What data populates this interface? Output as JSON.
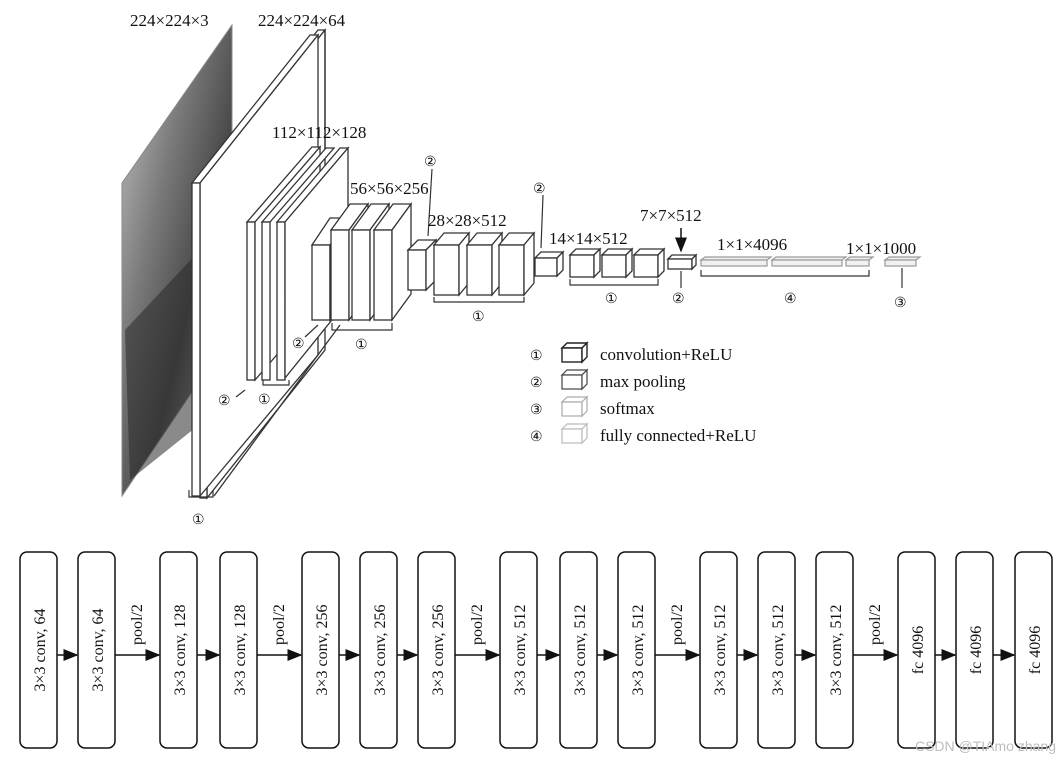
{
  "top": {
    "dims": [
      "224×224×3",
      "224×224×64",
      "112×112×128",
      "56×56×256",
      "28×28×512",
      "14×14×512",
      "7×7×512",
      "1×1×4096",
      "1×1×1000"
    ],
    "markers": {
      "block1_conv": "①",
      "block1_pool": "②",
      "block2_conv": "①",
      "block2_pool": "②",
      "block3_conv": "①",
      "block3_pool": "②",
      "block4_conv": "①",
      "block4_pool": "②",
      "block5_conv": "①",
      "block5_pool": "②",
      "fc": "④",
      "softmax": "③"
    }
  },
  "legend": [
    {
      "num": "①",
      "label": "convolution+ReLU"
    },
    {
      "num": "②",
      "label": "max pooling"
    },
    {
      "num": "③",
      "label": "softmax"
    },
    {
      "num": "④",
      "label": "fully connected+ReLU"
    }
  ],
  "flow": {
    "boxes": [
      "3×3 conv, 64",
      "3×3 conv, 64",
      "3×3 conv, 128",
      "3×3 conv, 128",
      "3×3 conv, 256",
      "3×3 conv, 256",
      "3×3 conv, 256",
      "3×3 conv, 512",
      "3×3 conv, 512",
      "3×3 conv, 512",
      "3×3 conv, 512",
      "3×3 conv, 512",
      "3×3 conv, 512",
      "fc 4096",
      "fc 4096",
      "fc 4096"
    ],
    "pool_label": "pool/2"
  },
  "watermark": "CSDN @TIAmo zhang"
}
